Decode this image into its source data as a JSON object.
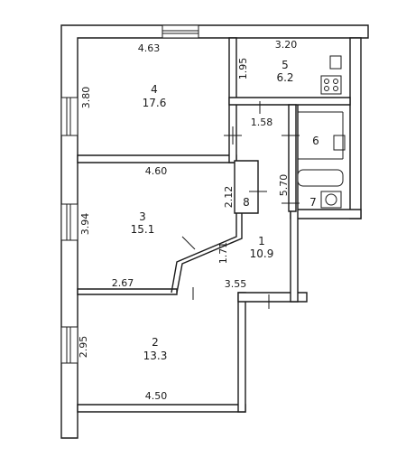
{
  "rooms": [
    {
      "number": "1",
      "area": "10.9"
    },
    {
      "number": "2",
      "area": "13.3"
    },
    {
      "number": "3",
      "area": "15.1"
    },
    {
      "number": "4",
      "area": "17.6"
    },
    {
      "number": "5",
      "area": "6.2"
    },
    {
      "number": "6",
      "area": ""
    },
    {
      "number": "7",
      "area": ""
    },
    {
      "number": "8",
      "area": ""
    }
  ],
  "dimensions": {
    "room4_width": "4.63",
    "room4_height": "3.80",
    "room4_bottom": "4.60",
    "room5_width": "3.20",
    "room5_height": "1.95",
    "corridor_width": "1.58",
    "corridor_length": "5.70",
    "room3_height": "3.94",
    "room8_height": "2.12",
    "room3_bottom": "2.67",
    "room1_height": "1.71",
    "room1_width": "3.55",
    "room2_height": "2.95",
    "room2_width": "4.50"
  }
}
